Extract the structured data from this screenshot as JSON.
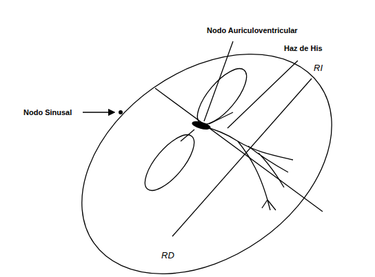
{
  "diagram": {
    "labels": [
      "Nodo Auriculoventricular",
      "Haz de His",
      "RI",
      "Nodo Sinusal",
      "RD"
    ]
  }
}
